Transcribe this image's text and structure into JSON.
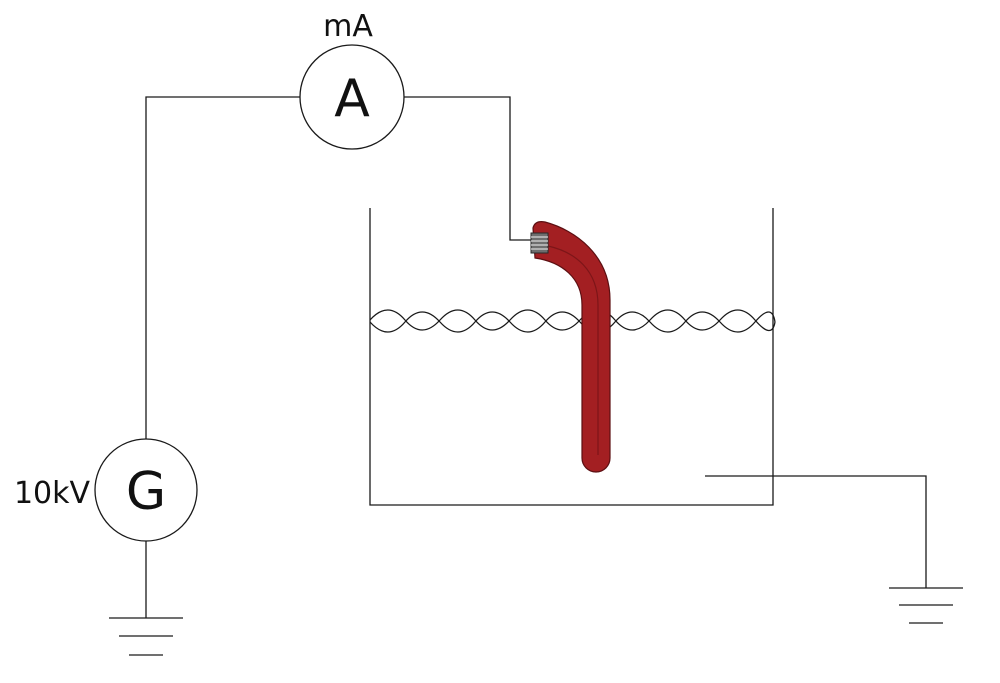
{
  "ammeter": {
    "symbol": "A",
    "unit_label": "mA"
  },
  "generator": {
    "symbol": "G",
    "voltage_label": "10kV"
  },
  "colors": {
    "tube": "#a31f22",
    "tube_dark": "#7d1518",
    "line": "#1a1a1a"
  },
  "icons": [
    "ammeter-icon",
    "generator-icon",
    "ground-icon",
    "electrode-connector-icon"
  ]
}
